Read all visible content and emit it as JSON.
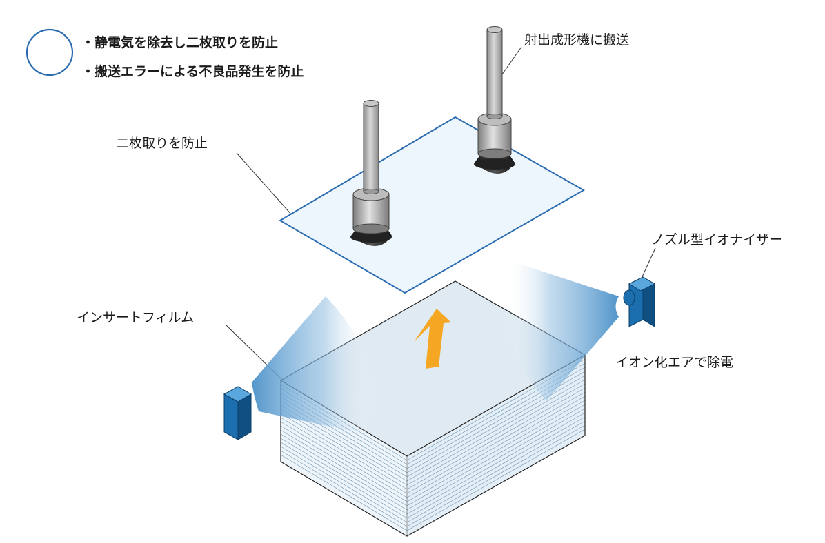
{
  "legend": {
    "bullet_1": "・静電気を除去し二枚取りを防止",
    "bullet_2": "・搬送エラーによる不良品発生を防止"
  },
  "labels": {
    "transfer": "射出成形機に搬送",
    "double_pick": "二枚取りを防止",
    "nozzle": "ノズル型イオナイザー",
    "film": "インサートフィルム",
    "ionized_air": "イオン化エアで除電"
  },
  "colors": {
    "accent_blue": "#2b6cb0",
    "sheet_fill": "#eaf5fc",
    "arrow_orange": "#f5a623",
    "ionizer_blue": "#1b6fae"
  }
}
